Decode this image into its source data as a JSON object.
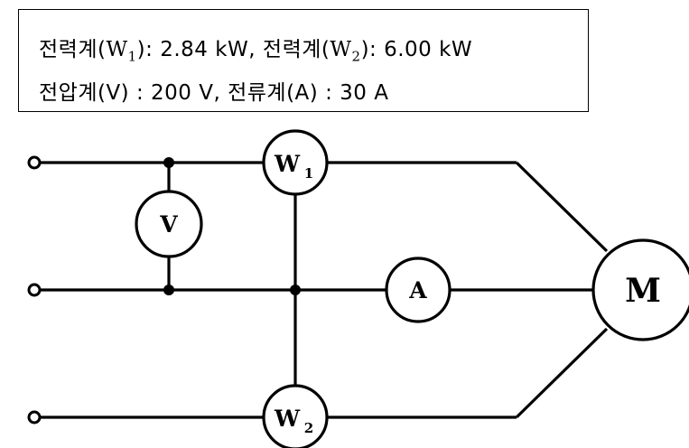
{
  "info": {
    "line1": {
      "w1_prefix": "전력계(",
      "w1_sym": "W",
      "w1_sub": "1",
      "w1_value": "): 2.84 kW, ",
      "w2_prefix": "전력계(",
      "w2_sym": "W",
      "w2_sub": "2",
      "w2_value": "): 6.00 kW"
    },
    "line2": "전압계(V) : 200 V, 전류계(A) : 30 A"
  },
  "circuit": {
    "w1": {
      "sym": "W",
      "sub": "1"
    },
    "w2": {
      "sym": "W",
      "sub": "2"
    },
    "voltmeter": "V",
    "ammeter": "A",
    "motor": "M"
  }
}
